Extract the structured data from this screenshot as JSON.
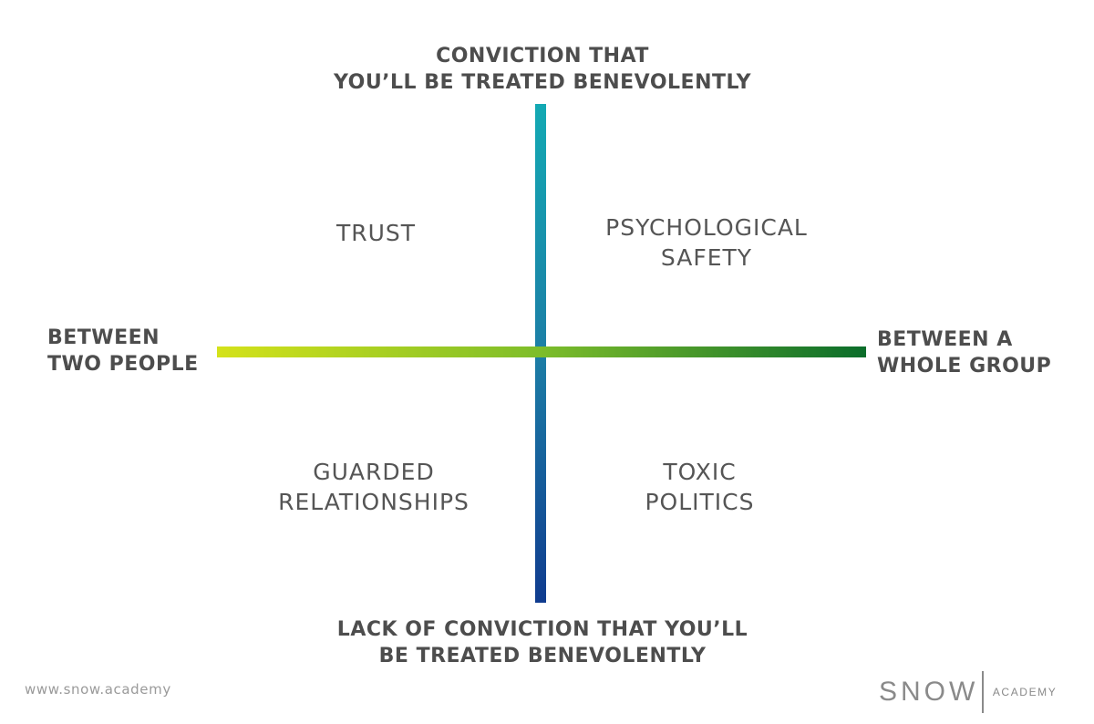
{
  "axes": {
    "top": [
      "CONVICTION THAT",
      "YOU’LL BE TREATED BENEVOLENTLY"
    ],
    "bottom": [
      "LACK OF CONVICTION THAT YOU’LL",
      "BE TREATED BENEVOLENTLY"
    ],
    "left": [
      "BETWEEN",
      "TWO PEOPLE"
    ],
    "right": [
      "BETWEEN A",
      "WHOLE GROUP"
    ]
  },
  "quadrants": {
    "top_left": [
      "TRUST"
    ],
    "top_right": [
      "PSYCHOLOGICAL",
      "SAFETY"
    ],
    "bottom_left": [
      "GUARDED",
      "RELATIONSHIPS"
    ],
    "bottom_right": [
      "TOXIC",
      "POLITICS"
    ]
  },
  "footer": {
    "website": "www.snow.academy",
    "logo_main": "SNOW",
    "logo_sub": "ACADEMY"
  },
  "colors": {
    "vertical_axis": [
      "#13a9b3",
      "#1c7ea6",
      "#103c8f"
    ],
    "horizontal_axis": [
      "#d4e21a",
      "#7dbd2a",
      "#0b6d2b"
    ],
    "label_text": "#4d4d4d",
    "quadrant_text": "#555555"
  }
}
